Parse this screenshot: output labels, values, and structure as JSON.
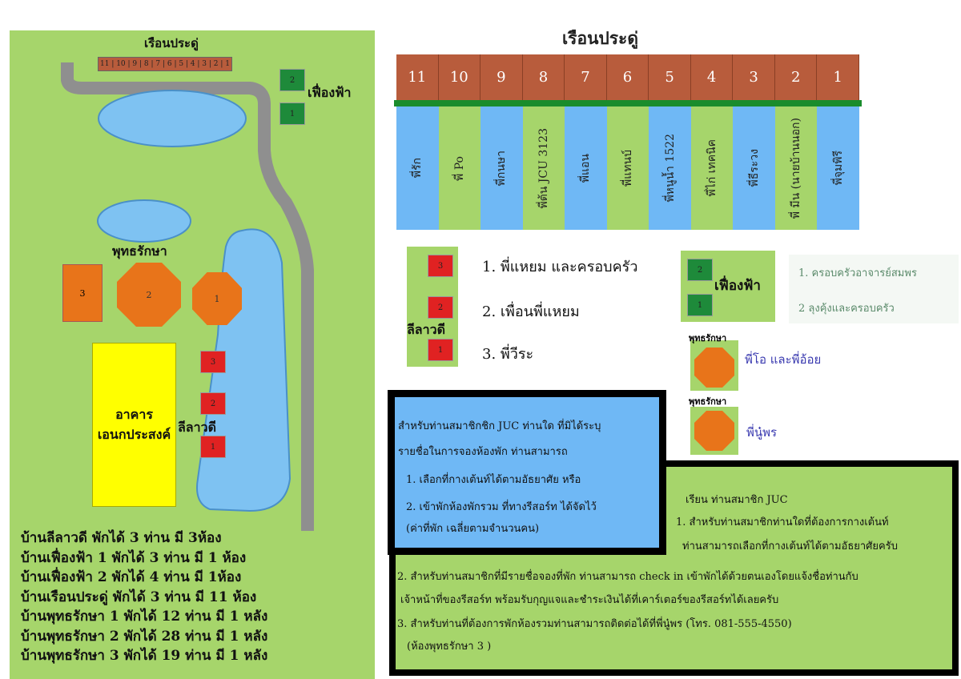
{
  "title": "เรือนประดู่",
  "left_map": {
    "title": "เรือนประดู่",
    "row_numbers": [
      "11",
      "10",
      "9",
      "8",
      "7",
      "6",
      "5",
      "4",
      "3",
      "2",
      "1"
    ],
    "phuean_fa_label": "เฟื่องฟ้า",
    "phuean_fa_units": [
      "2",
      "1"
    ],
    "buddharaksa_label": "พุทธรักษา",
    "buddharaksa_units": [
      "3",
      "2",
      "1"
    ],
    "building_label_1": "อาคาร",
    "building_label_2": "เอนกประสงค์",
    "lilawadee_label": "ลีลาวดี",
    "lilawadee_units": [
      "3",
      "2",
      "1"
    ],
    "summary": [
      "บ้านลีลาวดี พักได้ 3 ท่าน มี 3ห้อง",
      "บ้านเฟื่องฟ้า 1 พักได้ 3 ท่าน มี 1 ห้อง",
      "บ้านเฟื่องฟ้า 2 พักได้ 4 ท่าน มี 1ห้อง",
      "บ้านเรือนประดู่ พักได้ 3 ท่าน มี 11 ห้อง",
      "บ้านพุทธรักษา 1 พักได้ 12 ท่าน มี 1 หลัง",
      "บ้านพุทธรักษา 2 พักได้ 28 ท่าน มี 1 หลัง",
      "บ้านพุทธรักษา 3 พักได้ 19 ท่าน มี 1 หลัง"
    ]
  },
  "rooms": [
    {
      "num": "11",
      "occupant": "พี่รัก"
    },
    {
      "num": "10",
      "occupant": "พี่ Po"
    },
    {
      "num": "9",
      "occupant": "พี่กนษา"
    },
    {
      "num": "8",
      "occupant": "พี่ต้น JCU 3123"
    },
    {
      "num": "7",
      "occupant": "พี่แอน"
    },
    {
      "num": "6",
      "occupant": "พี่แทนบ์"
    },
    {
      "num": "5",
      "occupant": "พี่หนูน้ำ 1522"
    },
    {
      "num": "4",
      "occupant": "พี่ไก่ เทคนิค"
    },
    {
      "num": "3",
      "occupant": "พี่ธีระวง"
    },
    {
      "num": "2",
      "occupant": "พี่ มีน (นายบ้านนอก)"
    },
    {
      "num": "1",
      "occupant": "พี่จุมพิรี"
    }
  ],
  "lilawadee": {
    "label": "ลีลาวดี",
    "units": [
      "3",
      "2",
      "1"
    ],
    "items": [
      "1. พี่แหยม และครอบครัว",
      "2. เพื่อนพี่แหยม",
      "3. พี่วีระ"
    ]
  },
  "phuean_fa": {
    "label": "เฟื่องฟ้า",
    "units": [
      "2",
      "1"
    ],
    "items": [
      "1. ครอบครัวอาจารย์สมพร",
      "2 ลุงคุ้งและครอบครัว"
    ]
  },
  "buddharaksa": [
    {
      "label": "พุทธรักษา",
      "occupant": "พี่โอ และพี่อ้อย"
    },
    {
      "label": "พุทธรักษา",
      "occupant": "พี่นู๋พร"
    }
  ],
  "blue_note": [
    "สำหรับท่านสมาชิกชิก JUC ท่านใด ที่มิได้ระบุ",
    "รายชื่อในการจองห้องพัก ท่านสามารถ",
    "1. เลือกที่กางเต้นท์ได้ตามอัธยาศัย   หรือ",
    "2. เข้าพักห้องพักรวม ที่ทางรีสอร์ท ได้จัดไว้",
    "(ค่าที่พัก เฉลี่ยตามจำนวนคน)"
  ],
  "green_note": [
    "เรียน ท่านสมาชิก JUC",
    "1. สำหรับท่านสมาชิกท่านใดที่ต้องการกางเต้นท์",
    "ท่านสามารถเลือกที่กางเต้นท์ได้ตามอัธยาศัยครับ",
    "2. สำหรับท่านสมาชิกที่มีรายชื่อจองที่พัก ท่านสามารถ check in เข้าพักได้ด้วยตนเองโดยแจ้งชื่อท่านกับ",
    "เจ้าหน้าที่ของรีสอร์ท พร้อมรับกุญแจและชำระเงินได้ที่เคาร์เตอร์ของรีสอร์ทได้เลยครับ",
    "3. สำหรับท่านที่ต้องการพักห้องรวมท่านสามารถติดต่อได้ที่พี่นู๋พร (โทร. 081-555-4550)",
    "(ห้องพุทธรักษา 3 )"
  ]
}
